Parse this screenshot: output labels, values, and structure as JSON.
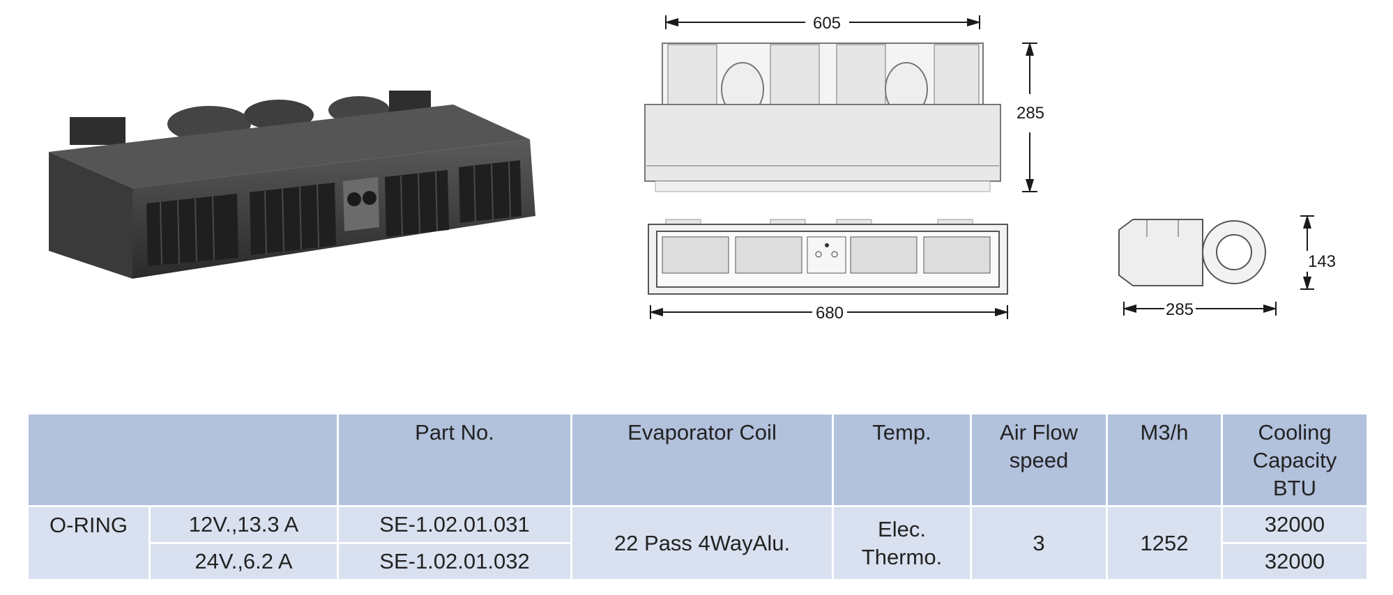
{
  "diagram": {
    "top_view": {
      "width": "605",
      "height": "285"
    },
    "front_view": {
      "width": "680"
    },
    "side_view": {
      "width": "285",
      "height": "143"
    }
  },
  "table": {
    "headers": {
      "part_no": "Part No.",
      "evaporator_coil": "Evaporator Coil",
      "temp": "Temp.",
      "air_flow_line1": "Air Flow",
      "air_flow_line2": "speed",
      "m3h": "M3/h",
      "cooling_line1": "Cooling",
      "cooling_line2": "Capacity",
      "cooling_line3": "BTU"
    },
    "model": "O-RING",
    "rows": [
      {
        "voltage": "12V.,13.3 A",
        "part_no": "SE-1.02.01.031",
        "cooling": "32000"
      },
      {
        "voltage": "24V.,6.2 A",
        "part_no": "SE-1.02.01.032",
        "cooling": "32000"
      }
    ],
    "evaporator_coil": "22 Pass 4WayAlu.",
    "temp_line1": "Elec.",
    "temp_line2": "Thermo.",
    "air_flow": "3",
    "m3h": "1252"
  }
}
